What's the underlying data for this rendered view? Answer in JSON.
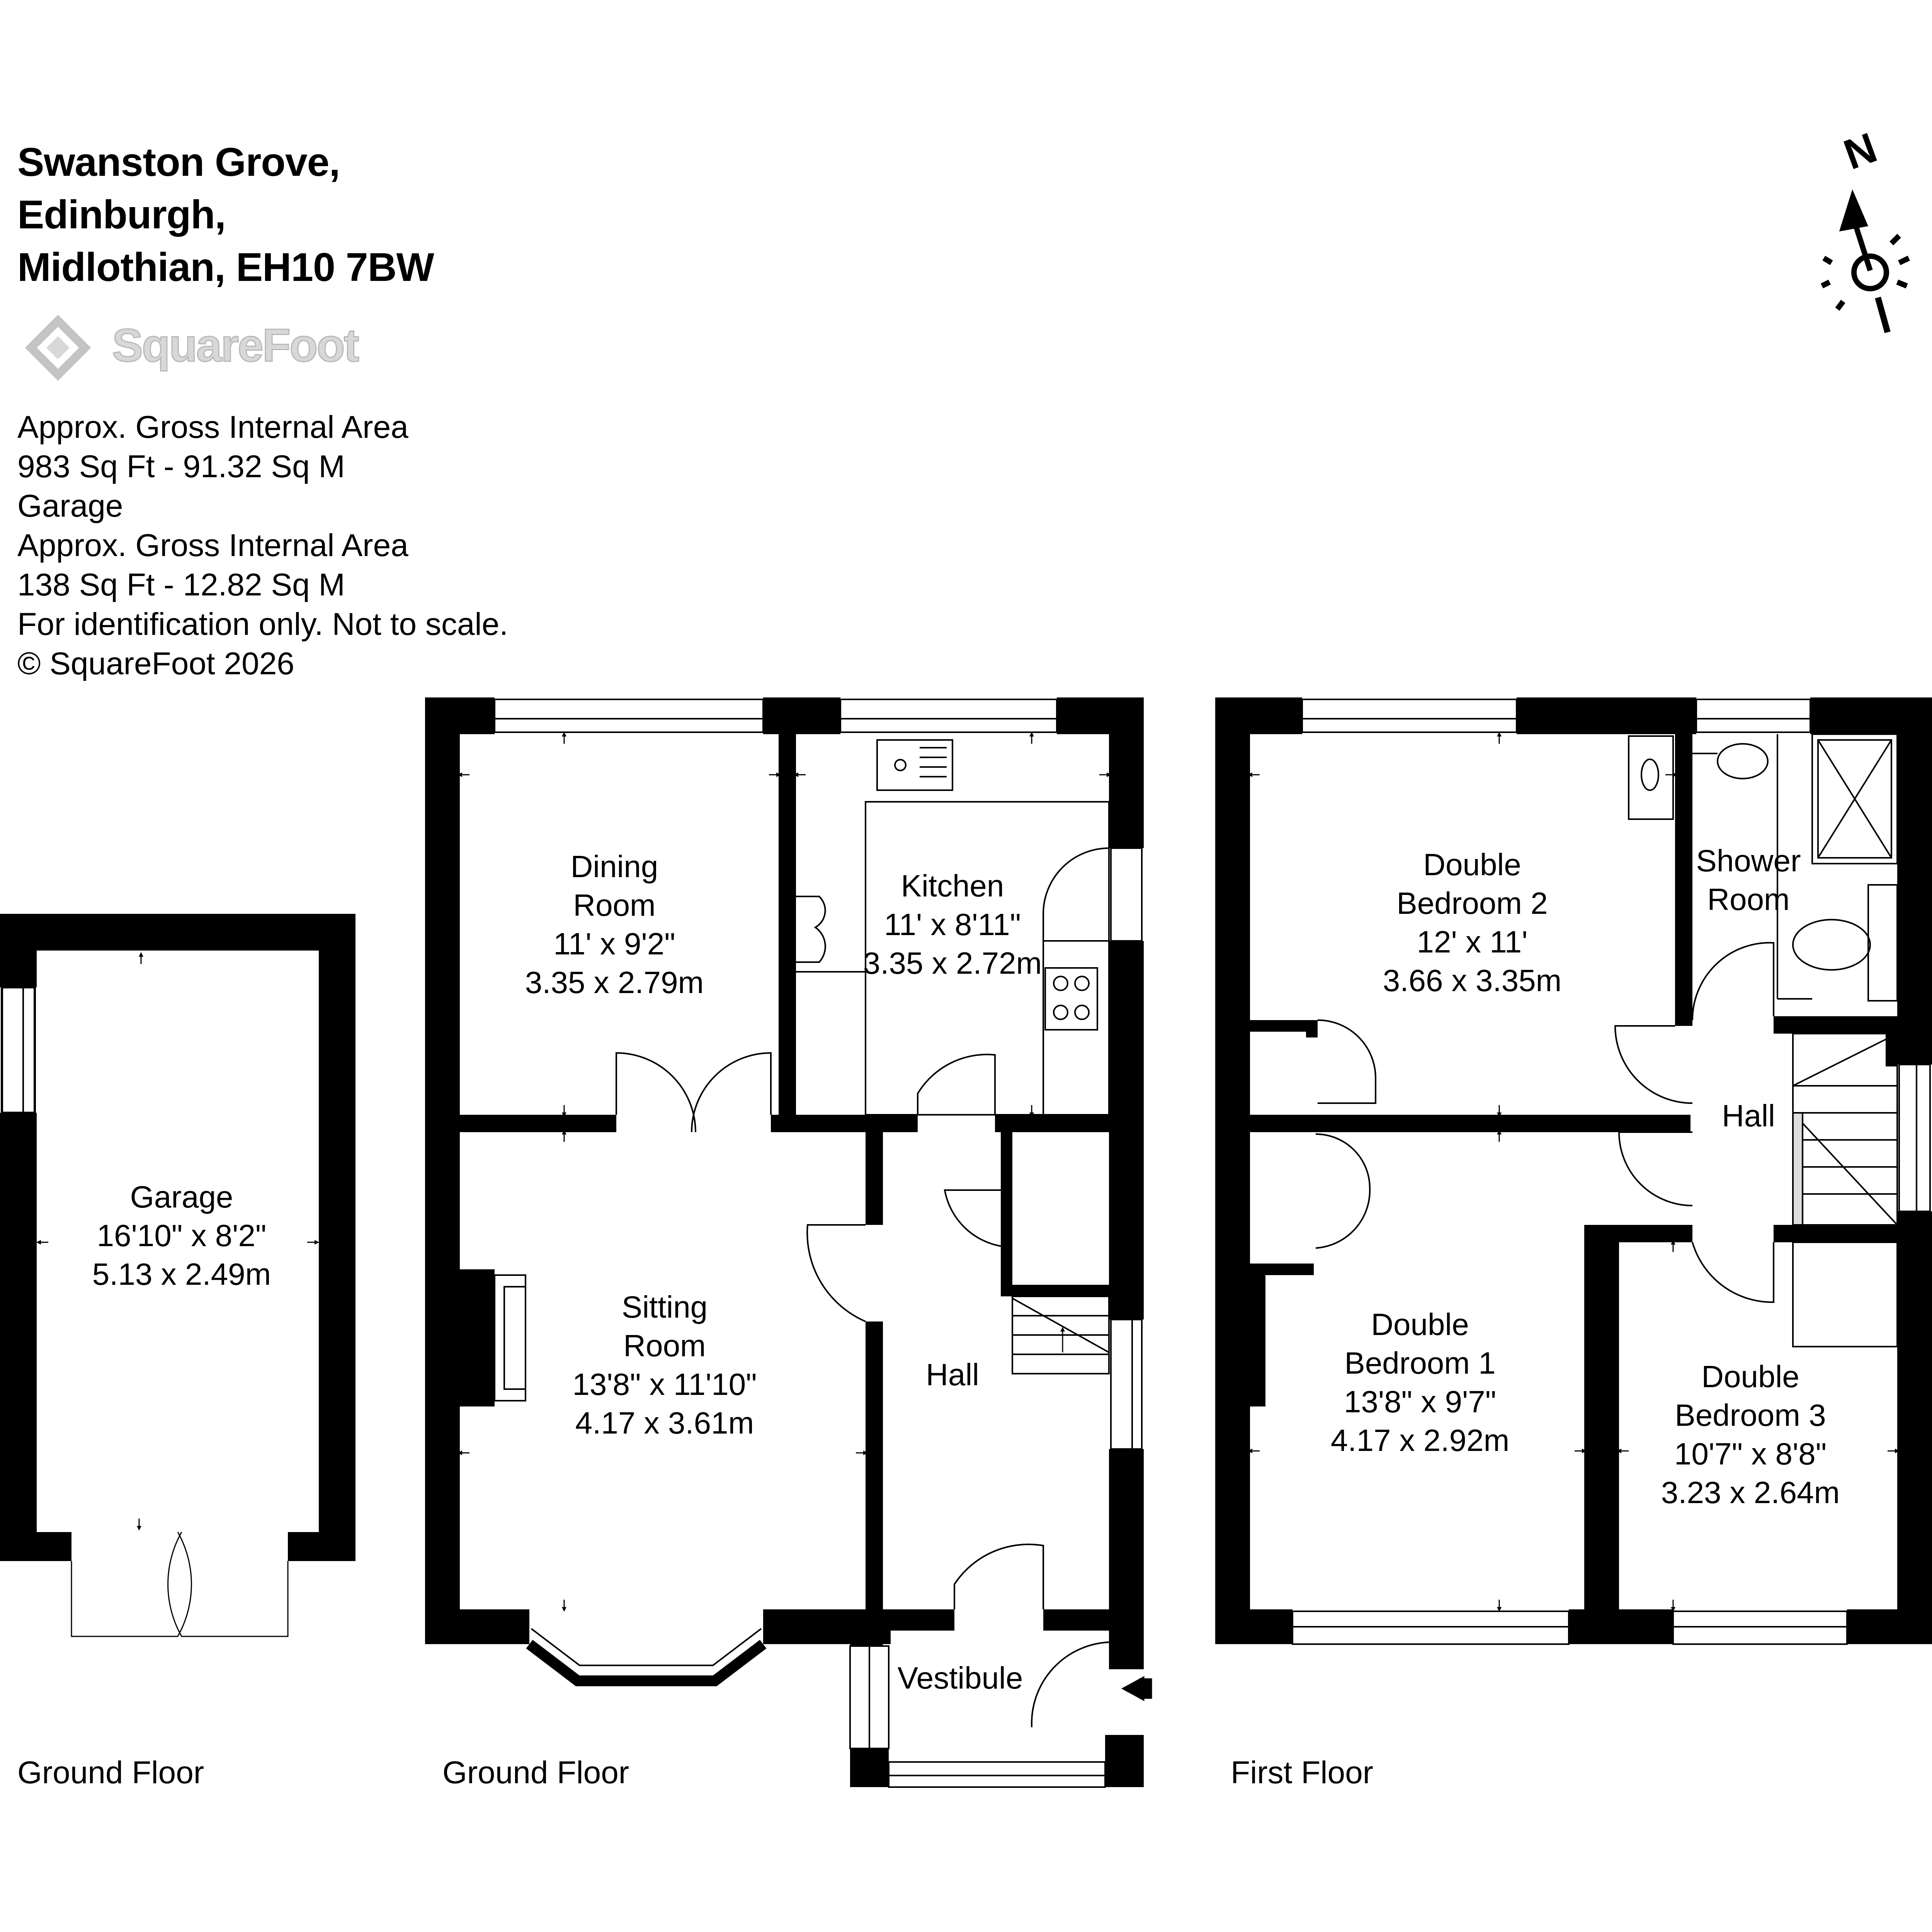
{
  "address": {
    "line1": "Swanston Grove,",
    "line2": "Edinburgh,",
    "line3": "Midlothian, EH10 7BW"
  },
  "brand": {
    "name": "SquareFoot"
  },
  "info_lines": [
    "Approx. Gross Internal Area",
    "983 Sq Ft  -  91.32 Sq M",
    "Garage",
    "Approx. Gross Internal Area",
    "138 Sq Ft  -  12.82 Sq M",
    "For identification only. Not to scale.",
    "© SquareFoot 2026"
  ],
  "compass": {
    "letter": "N"
  },
  "floor_labels": {
    "garage": "Ground Floor",
    "ground": "Ground Floor",
    "first": "First Floor"
  },
  "rooms": {
    "garage": {
      "name1": "Garage",
      "imperial": "16'10\" x 8'2\"",
      "metric": "5.13 x 2.49m"
    },
    "dining": {
      "name1": "Dining",
      "name2": "Room",
      "imperial": "11' x 9'2\"",
      "metric": "3.35 x 2.79m"
    },
    "kitchen": {
      "name1": "Kitchen",
      "imperial": "11' x 8'11\"",
      "metric": "3.35 x 2.72m"
    },
    "sitting": {
      "name1": "Sitting",
      "name2": "Room",
      "imperial": "13'8\" x 11'10\"",
      "metric": "4.17 x 3.61m"
    },
    "hall_ground": {
      "name1": "Hall"
    },
    "vestibule": {
      "name1": "Vestibule"
    },
    "bedroom2": {
      "name1": "Double",
      "name2": "Bedroom 2",
      "imperial": "12' x 11'",
      "metric": "3.66 x 3.35m"
    },
    "shower": {
      "name1": "Shower",
      "name2": "Room"
    },
    "hall_first": {
      "name1": "Hall"
    },
    "bedroom1": {
      "name1": "Double",
      "name2": "Bedroom 1",
      "imperial": "13'8\" x 9'7\"",
      "metric": "4.17 x 2.92m"
    },
    "bedroom3": {
      "name1": "Double",
      "name2": "Bedroom 3",
      "imperial": "10'7\" x 8'8\"",
      "metric": "3.23 x 2.64m"
    }
  }
}
